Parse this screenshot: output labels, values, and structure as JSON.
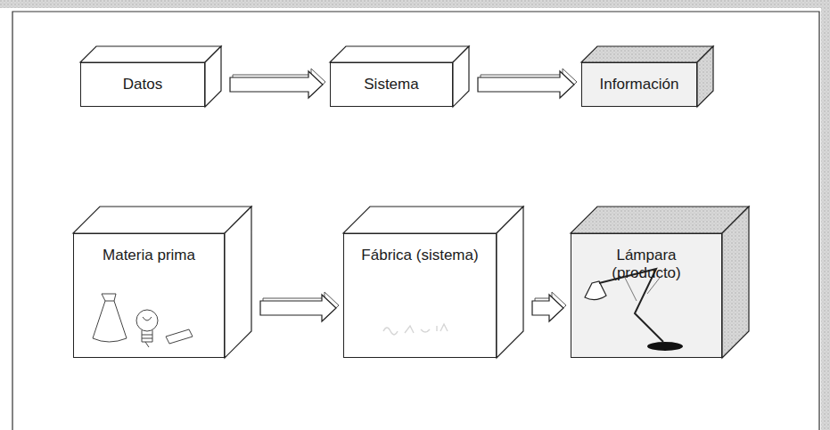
{
  "diagram": {
    "nodes": [
      {
        "text": [
          "Datos"
        ]
      },
      {
        "text": [
          "Sistema"
        ]
      },
      {
        "text": [
          "Información"
        ]
      },
      {
        "text": [
          "Materia prima"
        ]
      },
      {
        "text": [
          "Fábrica (sistema)"
        ]
      },
      {
        "text": [
          "Lámpara (producto)"
        ]
      }
    ],
    "edges": [
      {
        "from": 0,
        "to": 1,
        "arrow": "to"
      },
      {
        "from": 1,
        "to": 2,
        "arrow": "to"
      },
      {
        "from": 3,
        "to": 4,
        "arrow": "to"
      },
      {
        "from": 4,
        "to": 5,
        "arrow": "to"
      }
    ]
  }
}
